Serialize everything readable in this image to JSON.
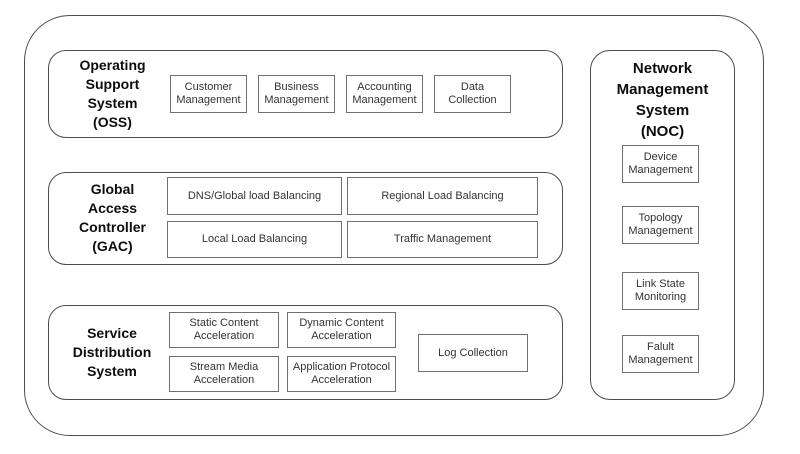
{
  "colors": {
    "background": "#ffffff",
    "panel_border": "#4d4d4d",
    "box_border": "#707070",
    "title_text": "#0d0d0d",
    "box_text": "#333333"
  },
  "sections": {
    "oss": {
      "title": "Operating\nSupport\nSystem\n(OSS)",
      "boxes": [
        "Customer\nManagement",
        "Business\nManagement",
        "Accounting\nManagement",
        "Data\nCollection"
      ]
    },
    "gac": {
      "title": "Global\nAccess\nController\n(GAC)",
      "boxes": [
        "DNS/Global load Balancing",
        "Regional Load Balancing",
        "Local Load Balancing",
        "Traffic Management"
      ]
    },
    "sds": {
      "title": "Service\nDistribution\nSystem",
      "boxes": [
        "Static Content\nAcceleration",
        "Dynamic Content\nAcceleration",
        "Stream Media\nAcceleration",
        "Application Protocol\nAcceleration",
        "Log Collection"
      ]
    },
    "noc": {
      "title": "Network\nManagement\nSystem\n(NOC)",
      "boxes": [
        "Device\nManagement",
        "Topology\nManagement",
        "Link State\nMonitoring",
        "Falult\nManagement"
      ]
    }
  }
}
